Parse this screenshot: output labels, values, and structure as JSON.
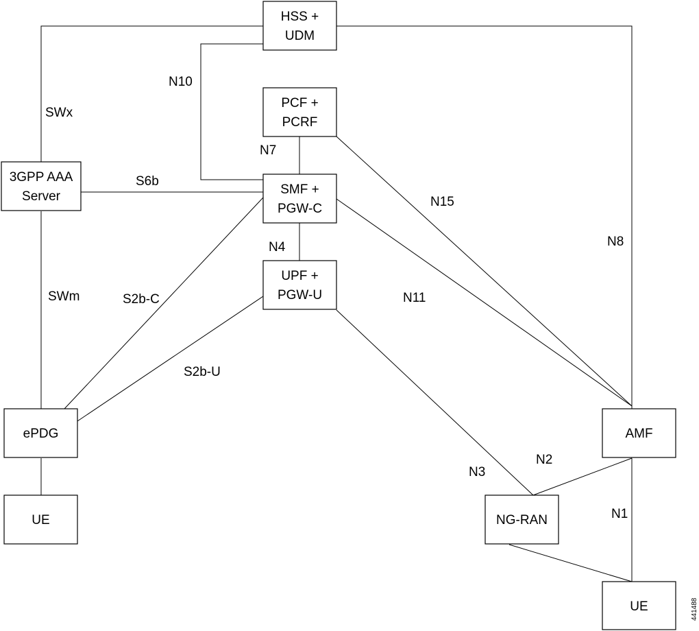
{
  "nodes": {
    "hss_udm": [
      "HSS +",
      "UDM"
    ],
    "pcf_pcrf": [
      "PCF +",
      "PCRF"
    ],
    "aaa": [
      "3GPP AAA",
      "Server"
    ],
    "smf_pgwc": [
      "SMF +",
      "PGW-C"
    ],
    "upf_pgwu": [
      "UPF +",
      "PGW-U"
    ],
    "epdg": [
      "ePDG"
    ],
    "ue_left": [
      "UE"
    ],
    "amf": [
      "AMF"
    ],
    "ngran": [
      "NG-RAN"
    ],
    "ue_right": [
      "UE"
    ]
  },
  "interfaces": {
    "n10": "N10",
    "swx": "SWx",
    "n7": "N7",
    "s6b": "S6b",
    "n15": "N15",
    "n8": "N8",
    "n4": "N4",
    "swm": "SWm",
    "s2b_c": "S2b-C",
    "n11": "N11",
    "s2b_u": "S2b-U",
    "n2": "N2",
    "n3": "N3",
    "n1": "N1"
  },
  "figure_id": "441488"
}
